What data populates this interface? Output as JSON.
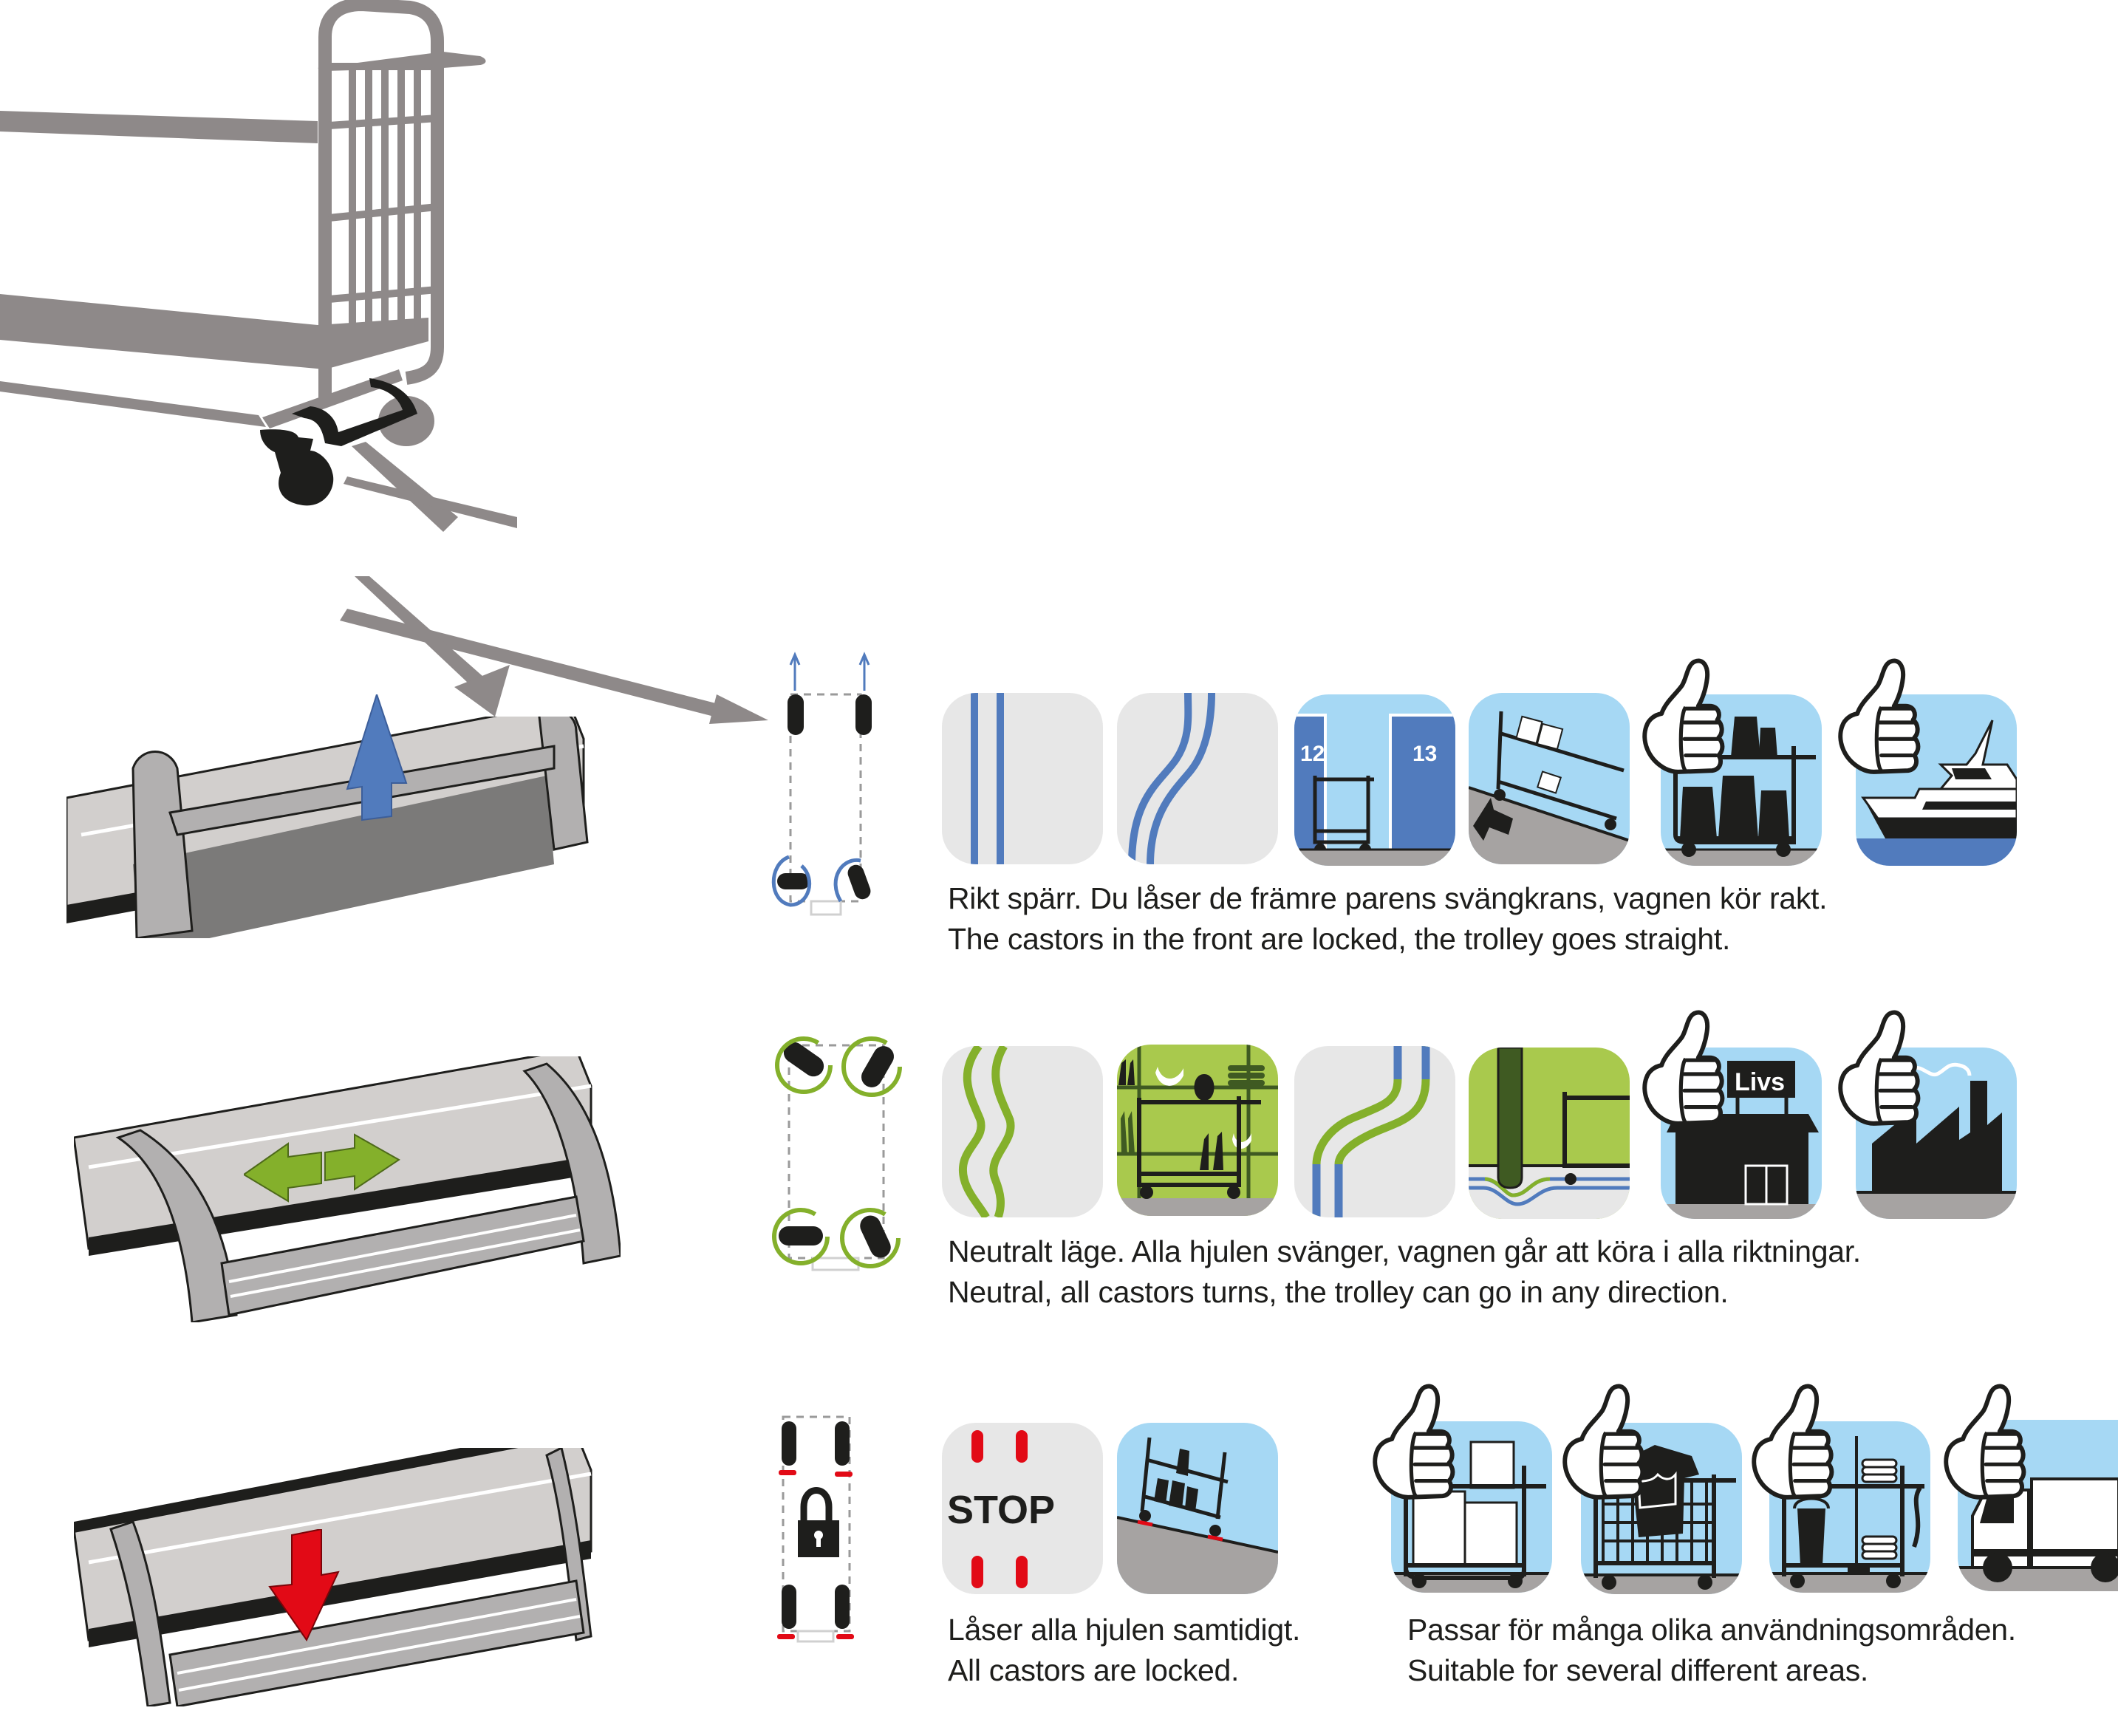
{
  "figure": {
    "subject": "Trolley castor brake pedal positions",
    "colors": {
      "frame_gray": "#8e8989",
      "pedal_light": "#d2cfcd",
      "pedal_mid": "#b2b0b0",
      "pedal_dark": "#7b7a79",
      "outline": "#1e1e1c",
      "blue": "#517bbd",
      "sky": "#a6d8f4",
      "green": "#84b02b",
      "light_green": "#a9c94d",
      "dark_green": "#3f5a22",
      "red": "#e20a16",
      "tile_gray": "#e7e7e7",
      "ground_gray": "#a6a3a2"
    }
  },
  "modes": [
    {
      "id": "directional",
      "pedal_arrow": "up-arrow",
      "arrow_color": "#517bbd",
      "wheel_diagram": "front castors straight, rear castors swivel",
      "caption_sv": "Rikt spärr. Du låser de främre parens svängkrans, vagnen kör rakt.",
      "caption_en": "The castors in the front are locked, the trolley goes straight.",
      "tiles": [
        {
          "name": "straight-lane-tile",
          "label": ""
        },
        {
          "name": "curved-lane-tile",
          "label": ""
        },
        {
          "name": "parking-bay-tile",
          "label": "",
          "bay_left": "12",
          "bay_right": "13"
        },
        {
          "name": "ramp-push-tile",
          "label": ""
        },
        {
          "name": "heavy-load-tile",
          "thumbs_up": true
        },
        {
          "name": "ship-tile",
          "thumbs_up": true
        }
      ]
    },
    {
      "id": "neutral",
      "pedal_arrow": "left-right-arrow",
      "arrow_color": "#84b02b",
      "wheel_diagram": "all castors swivel",
      "caption_sv": "Neutralt läge. Alla hjulen svänger, vagnen går att köra i alla riktningar.",
      "caption_en": "Neutral, all castors turns, the trolley can go in any direction.",
      "tiles": [
        {
          "name": "wavy-lane-tile",
          "label": ""
        },
        {
          "name": "grocery-shelf-tile",
          "label": ""
        },
        {
          "name": "lane-change-tile",
          "label": ""
        },
        {
          "name": "pillar-tile",
          "label": ""
        },
        {
          "name": "grocery-store-tile",
          "thumbs_up": true,
          "sign": "Livs"
        },
        {
          "name": "factory-tile",
          "thumbs_up": true
        }
      ]
    },
    {
      "id": "total-lock",
      "pedal_arrow": "down-arrow",
      "arrow_color": "#e20a16",
      "wheel_diagram": "all castors locked",
      "caption_sv": "Låser alla hjulen samtidigt.",
      "caption_en": "All castors are locked.",
      "tiles": [
        {
          "name": "stop-tile",
          "label": "STOP"
        },
        {
          "name": "slope-locked-tile",
          "label": ""
        }
      ]
    }
  ],
  "applications": {
    "caption_sv": "Passar för många olika användningsområden.",
    "caption_en": "Suitable for several different areas.",
    "tiles": [
      {
        "name": "box-trolley-tile",
        "thumbs_up": true
      },
      {
        "name": "laundry-trolley-tile",
        "thumbs_up": true
      },
      {
        "name": "cleaning-trolley-tile",
        "thumbs_up": true
      },
      {
        "name": "truck-tile",
        "thumbs_up": true
      }
    ]
  }
}
